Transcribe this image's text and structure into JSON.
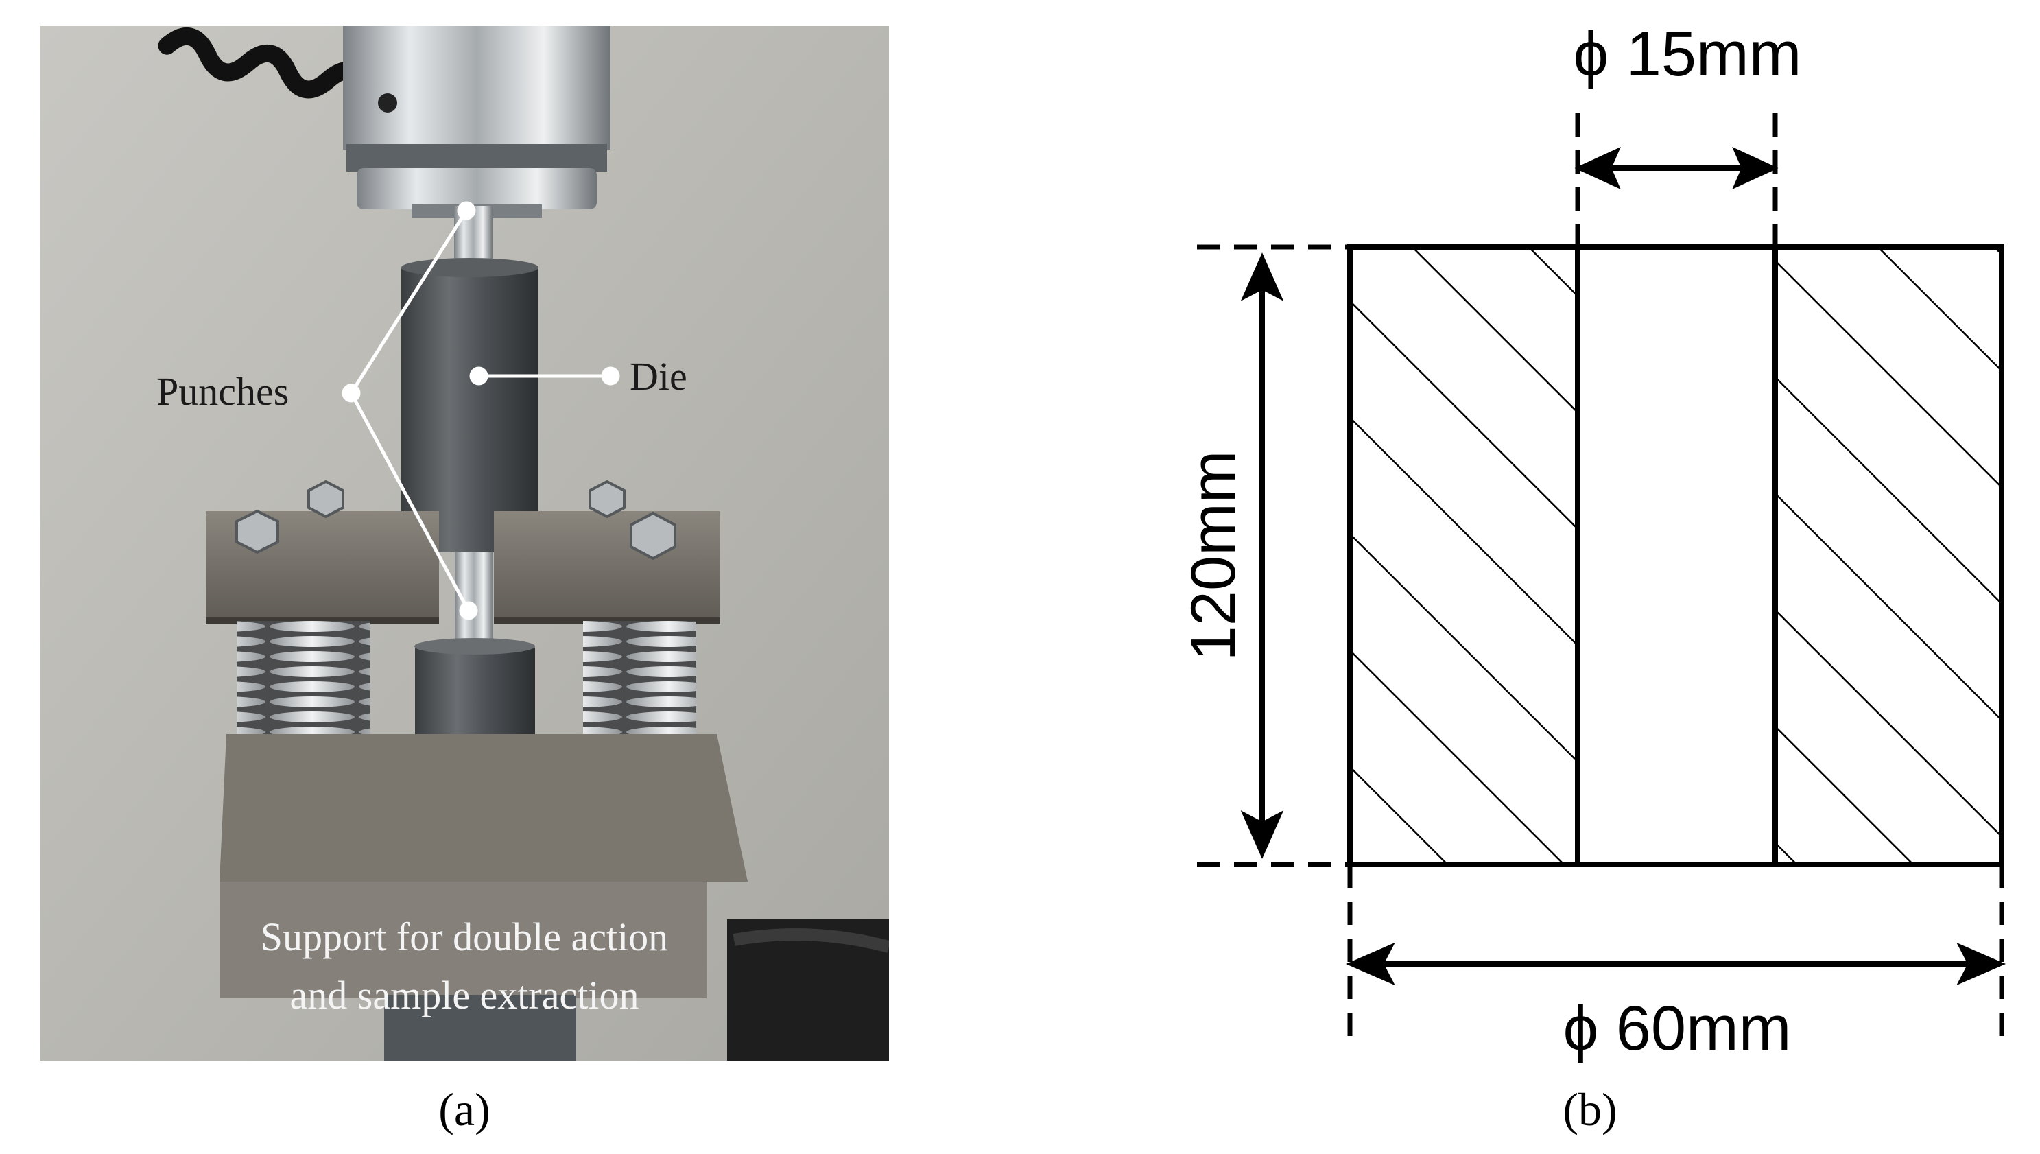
{
  "panel_a": {
    "label": "(a)",
    "callouts": {
      "punches": "Punches",
      "die": "Die"
    },
    "support_caption": {
      "line1": "Support for double action",
      "line2": "and sample extraction"
    }
  },
  "panel_b": {
    "label": "(b)",
    "dimensions": {
      "inner_diameter": "ϕ 15mm",
      "height": "120mm",
      "outer_diameter": "ϕ 60mm"
    }
  },
  "colors": {
    "photo_background": "#b9b9b3",
    "die_steel": "#4b4f52",
    "chrome": "#c9cdd0",
    "plate": "#6e6a64",
    "annotation_white": "#ffffff"
  }
}
